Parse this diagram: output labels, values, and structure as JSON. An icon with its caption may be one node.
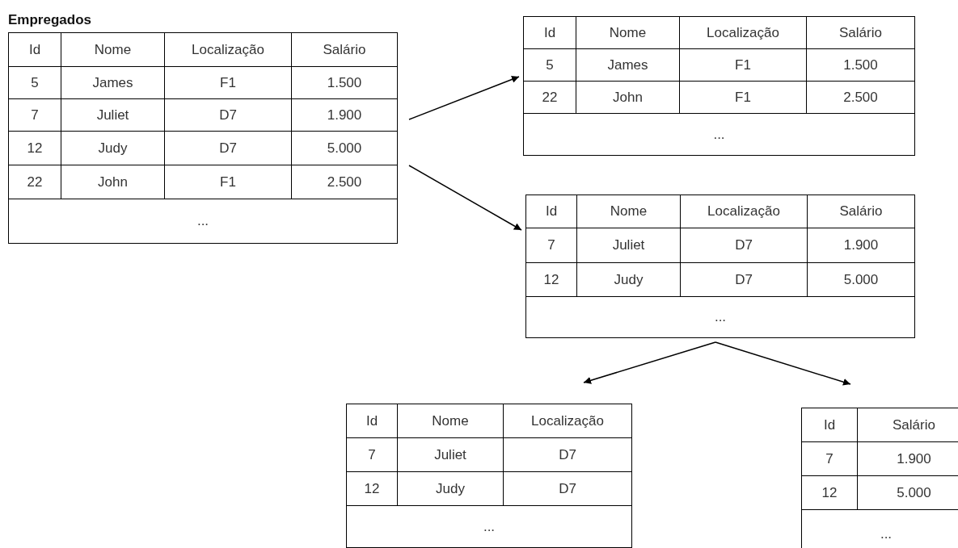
{
  "diagram": {
    "nodes": [
      {
        "text": [
          "Empregados",
          "Id",
          "Nome",
          "Localização",
          "Salário",
          "5",
          "James",
          "F1",
          "1.500",
          "7",
          "Juliet",
          "D7",
          "1.900",
          "12",
          "Judy",
          "D7",
          "5.000",
          "22",
          "John",
          "F1",
          "2.500",
          "..."
        ]
      },
      {
        "text": [
          "Id",
          "Nome",
          "Localização",
          "Salário",
          "5",
          "James",
          "F1",
          "1.500",
          "22",
          "John",
          "F1",
          "2.500",
          "..."
        ]
      },
      {
        "text": [
          "Id",
          "Nome",
          "Localização",
          "Salário",
          "7",
          "Juliet",
          "D7",
          "1.900",
          "12",
          "Judy",
          "D7",
          "5.000",
          "..."
        ]
      },
      {
        "text": [
          "Id",
          "Nome",
          "Localização",
          "7",
          "Juliet",
          "D7",
          "12",
          "Judy",
          "D7",
          "..."
        ]
      },
      {
        "text": [
          "Id",
          "Salário",
          "7",
          "1.900",
          "12",
          "5.000",
          "..."
        ]
      }
    ],
    "edges": [
      {
        "from": 0,
        "to": 1,
        "arrow": "to"
      },
      {
        "from": 0,
        "to": 2,
        "arrow": "to"
      },
      {
        "from": 2,
        "to": 3,
        "arrow": "to"
      },
      {
        "from": 2,
        "to": 4,
        "arrow": "to"
      }
    ]
  }
}
